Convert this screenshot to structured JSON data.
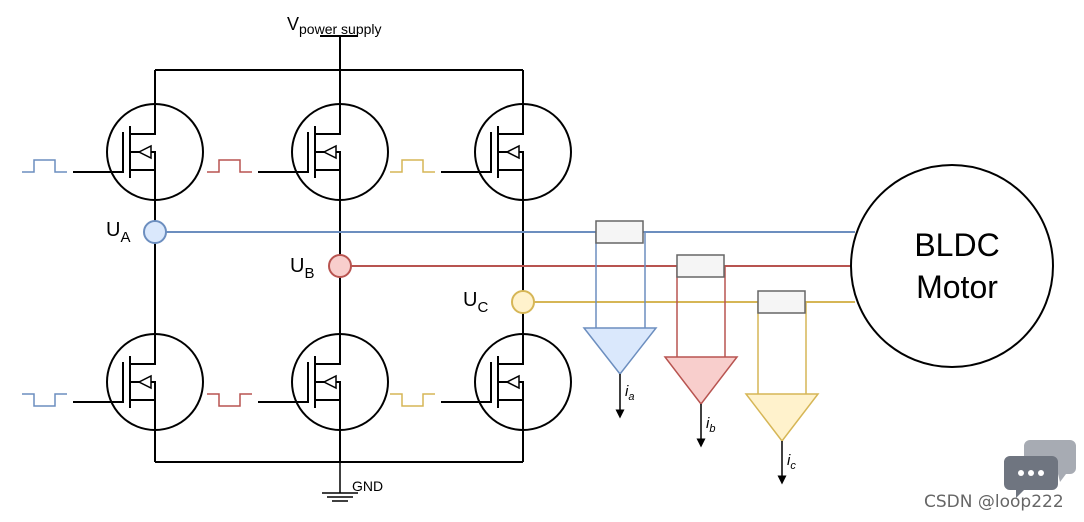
{
  "supply": {
    "v": "V",
    "sub": "power supply"
  },
  "ground": "GND",
  "nodes": {
    "a": {
      "u": "U",
      "sub": "A"
    },
    "b": {
      "u": "U",
      "sub": "B"
    },
    "c": {
      "u": "U",
      "sub": "C"
    }
  },
  "motor": {
    "line1": "BLDC",
    "line2": "Motor"
  },
  "currents": {
    "a": {
      "i": "i",
      "sub": "a"
    },
    "b": {
      "i": "i",
      "sub": "b"
    },
    "c": {
      "i": "i",
      "sub": "c"
    }
  },
  "colors": {
    "phase_a": "#6c8ebf",
    "phase_b": "#b85450",
    "phase_c": "#d6b656",
    "phase_a_fill": "#dae8fc",
    "phase_b_fill": "#f8cecc",
    "phase_c_fill": "#fff2cc"
  },
  "watermark": {
    "text": "CSDN @loop222",
    "icon": "chat-bubble-icon"
  }
}
